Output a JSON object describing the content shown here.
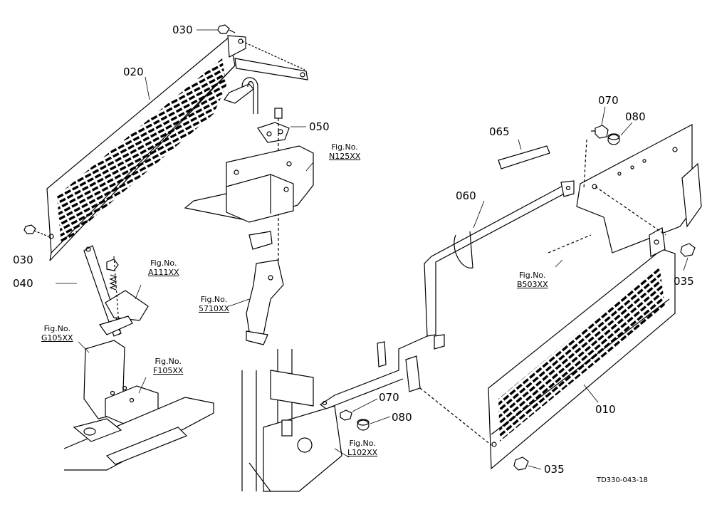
{
  "labels": {
    "p030_top": "030",
    "p020": "020",
    "p050": "050",
    "p030_left": "030",
    "p040": "040",
    "p070_top": "070",
    "p080_top": "080",
    "p065": "065",
    "p060": "060",
    "p035_right": "035",
    "p070_bottom": "070",
    "p080_bottom": "080",
    "p010": "010",
    "p035_bottom": "035"
  },
  "figrefs": {
    "heading": "Fig.No.",
    "n125": "N125XX",
    "a111": "A111XX",
    "g105": "G105XX",
    "f105": "F105XX",
    "s5710": "5710XX",
    "b503": "B503XX",
    "l102": "L102XX"
  },
  "drawing_ref": "TD330-043-18",
  "colors": {
    "ink": "#000000",
    "paper": "#ffffff"
  }
}
